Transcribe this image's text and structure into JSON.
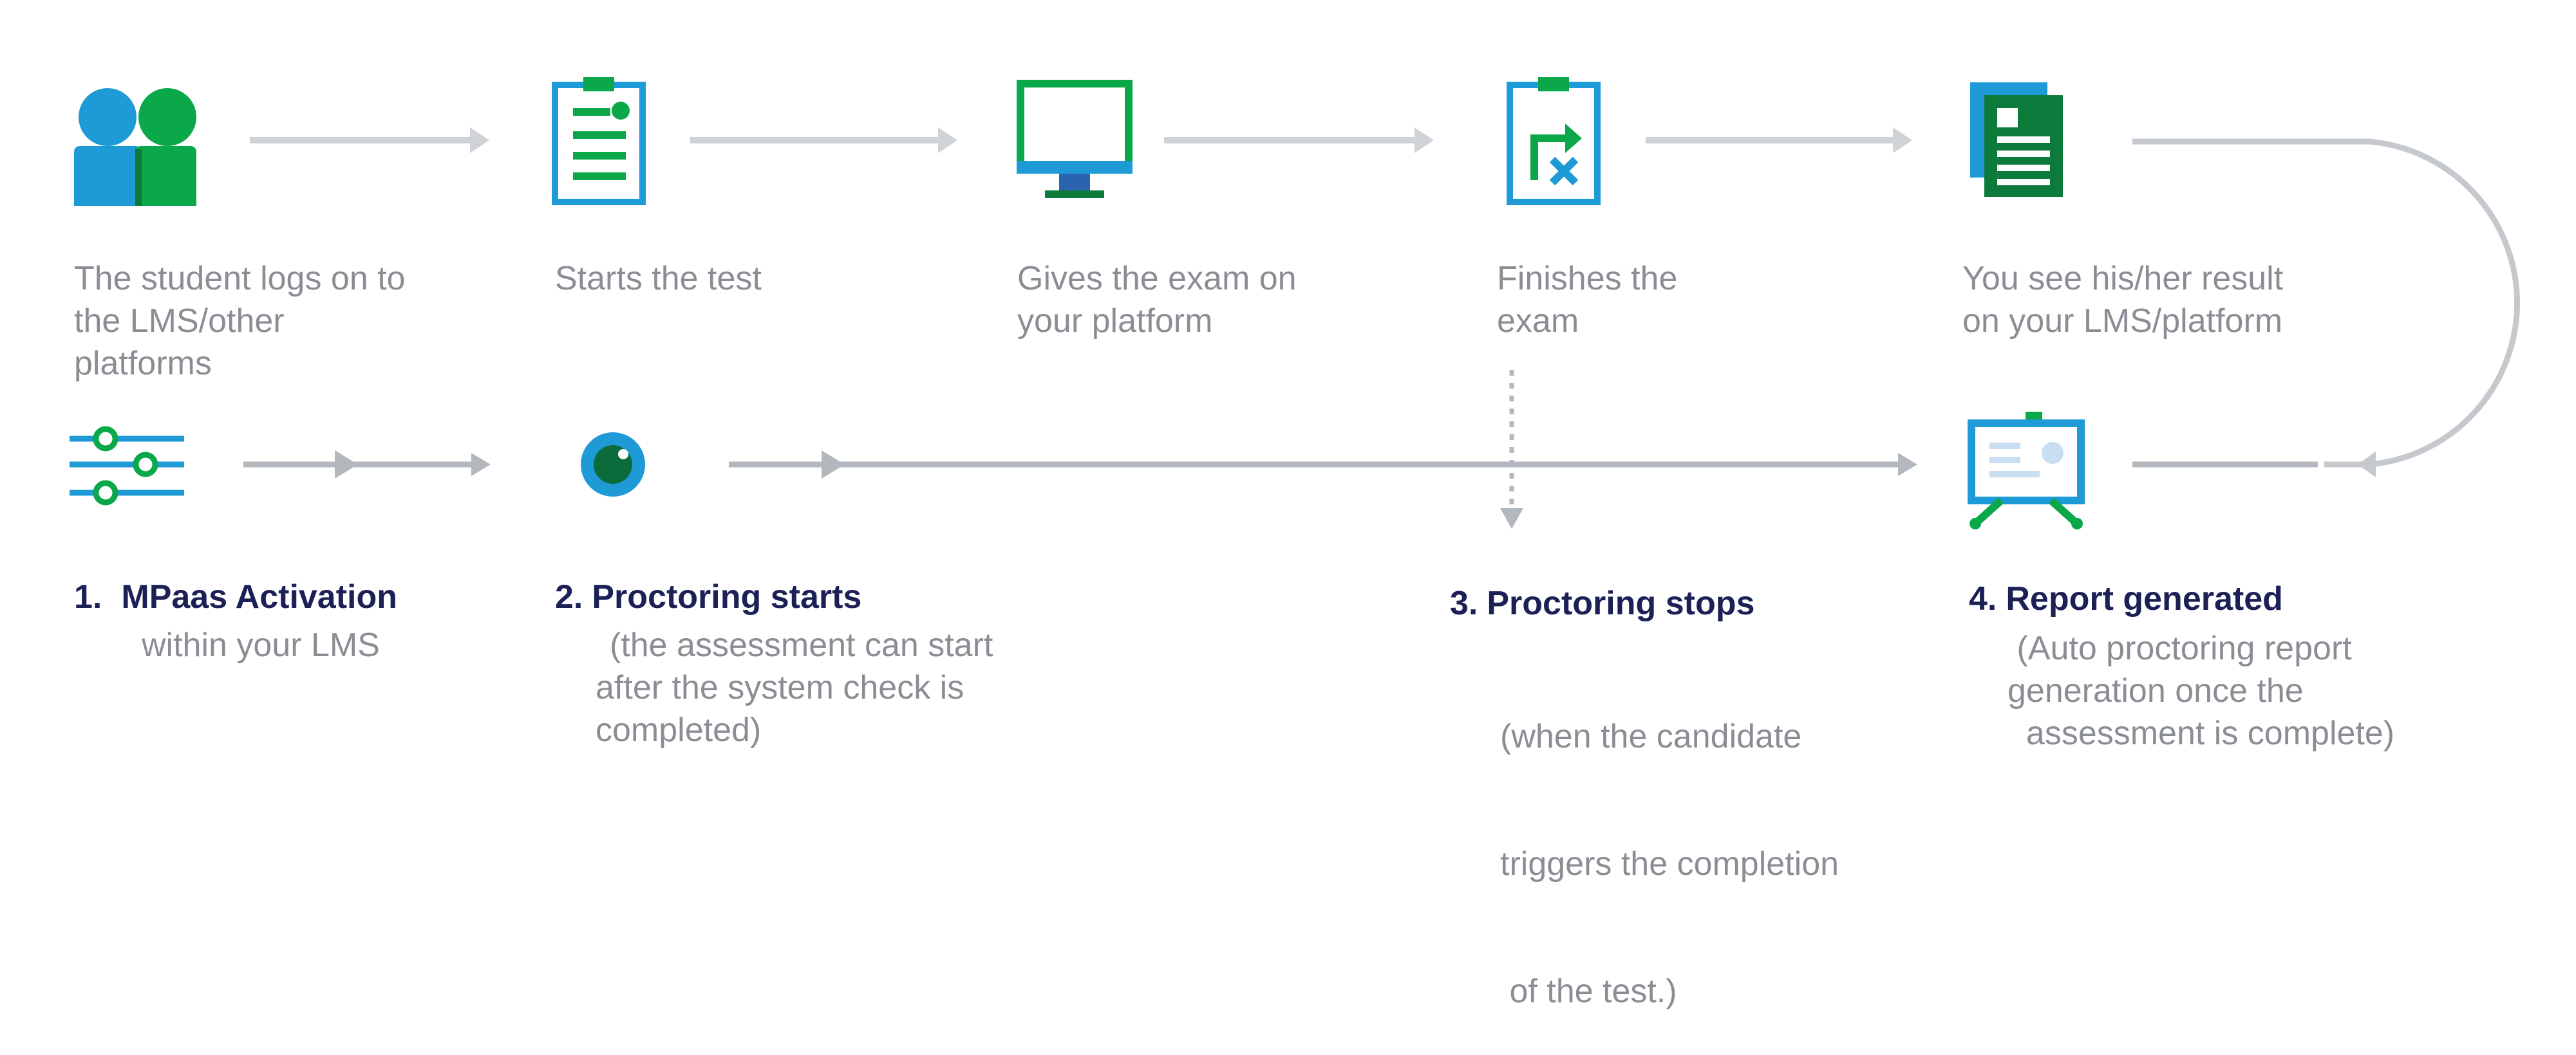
{
  "steps_top": [
    {
      "lines": [
        "The student logs on to",
        "the LMS/other",
        "platforms"
      ]
    },
    {
      "lines": [
        "Starts the test"
      ]
    },
    {
      "lines": [
        "Gives the exam on",
        "your platform"
      ]
    },
    {
      "lines": [
        "Finishes the",
        "exam"
      ]
    },
    {
      "lines": [
        "You see his/her result",
        "on your LMS/platform"
      ]
    }
  ],
  "steps_bottom": [
    {
      "number": "1.",
      "title": "MPaas Activation",
      "lines": [
        "within your LMS"
      ]
    },
    {
      "number": "2.",
      "title": "Proctoring starts",
      "lines": [
        "(the assessment can start",
        "after the system check is",
        "completed)"
      ]
    },
    {
      "number": "3.",
      "title": "Proctoring stops",
      "lines": [
        "(when the candidate",
        "triggers the completion",
        " of the test.)"
      ]
    },
    {
      "number": "4.",
      "title": "Report generated",
      "lines": [
        " (Auto proctoring report",
        "generation once the",
        "  assessment is complete)"
      ]
    }
  ],
  "icons": {
    "students": "students-icon",
    "clipboard": "clipboard-icon",
    "monitor": "monitor-icon",
    "finish": "finish-exam-icon",
    "result": "result-document-icon",
    "sliders": "sliders-icon",
    "camera": "webcam-icon",
    "report": "report-board-icon"
  },
  "colors": {
    "blue": "#1e9ad6",
    "green": "#0ba84a",
    "dark_green": "#0b7a3b",
    "navy": "#1b2157",
    "gray_text": "#8a8e94",
    "arrow_light": "#cfd2d6",
    "arrow_dark": "#b3b8be"
  }
}
